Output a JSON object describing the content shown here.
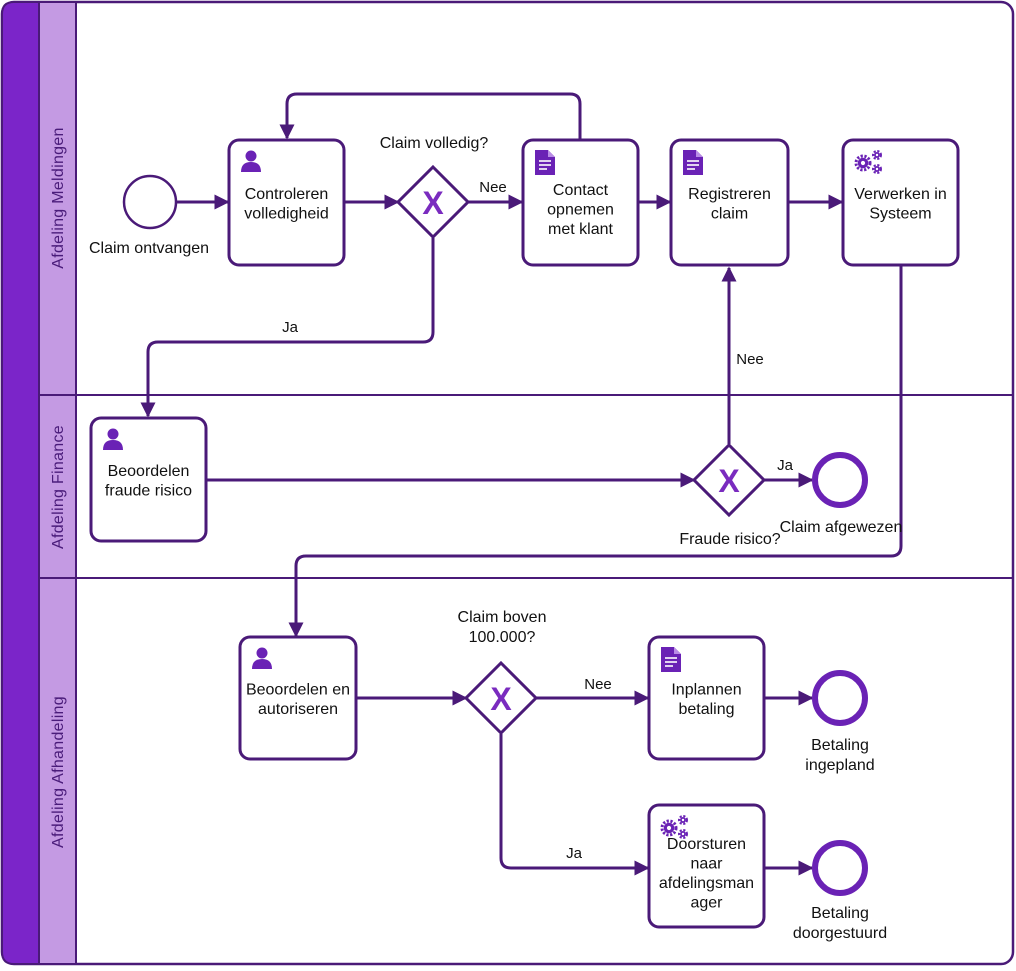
{
  "colors": {
    "pool_band": "#7b25c9",
    "lane_band": "#c49ae3",
    "stroke": "#4a1a78",
    "icon": "#6a22b5",
    "gateway_x": "#7a2bbf",
    "background": "#ffffff"
  },
  "lanes": [
    {
      "id": "meldingen",
      "label": "Afdeling Meldingen"
    },
    {
      "id": "finance",
      "label": "Afdeling Finance"
    },
    {
      "id": "afhandeling",
      "label": "Afdeling Afhandeling"
    }
  ],
  "events": [
    {
      "id": "start",
      "type": "start",
      "label": [
        "Claim ontvangen"
      ]
    },
    {
      "id": "end_afgewezen",
      "type": "end",
      "label": [
        "Claim afgewezen"
      ]
    },
    {
      "id": "end_ingepland",
      "type": "end",
      "label": [
        "Betaling",
        "ingepland"
      ]
    },
    {
      "id": "end_doorgestuurd",
      "type": "end",
      "label": [
        "Betaling",
        "doorgestuurd"
      ]
    }
  ],
  "tasks": [
    {
      "id": "controleren",
      "icon": "user-icon",
      "label": [
        "Controleren",
        "volledigheid"
      ]
    },
    {
      "id": "contact",
      "icon": "document-icon",
      "label": [
        "Contact",
        "opnemen",
        "met klant"
      ]
    },
    {
      "id": "registreren",
      "icon": "document-icon",
      "label": [
        "Registreren",
        "claim"
      ]
    },
    {
      "id": "verwerken",
      "icon": "gears-icon",
      "label": [
        "Verwerken in",
        "Systeem"
      ]
    },
    {
      "id": "fraude",
      "icon": "user-icon",
      "label": [
        "Beoordelen",
        "fraude risico"
      ]
    },
    {
      "id": "autoriseren",
      "icon": "user-icon",
      "label": [
        "Beoordelen en",
        "autoriseren"
      ]
    },
    {
      "id": "inplannen",
      "icon": "document-icon",
      "label": [
        "Inplannen",
        "betaling"
      ]
    },
    {
      "id": "doorsturen",
      "icon": "gears-icon",
      "label": [
        "Doorsturen",
        "naar",
        "afdelingsman",
        "ager"
      ]
    }
  ],
  "gateways": [
    {
      "id": "gw_volledig",
      "marker": "X",
      "label": [
        "Claim volledig?"
      ]
    },
    {
      "id": "gw_fraude",
      "marker": "X",
      "label": [
        "Fraude risico?"
      ]
    },
    {
      "id": "gw_boven",
      "marker": "X",
      "label": [
        "Claim boven",
        "100.000?"
      ]
    }
  ],
  "flows": [
    {
      "id": "f1",
      "from": "start",
      "to": "controleren",
      "label": ""
    },
    {
      "id": "f2",
      "from": "controleren",
      "to": "gw_volledig",
      "label": ""
    },
    {
      "id": "f3",
      "from": "gw_volledig",
      "to": "contact",
      "label": "Nee"
    },
    {
      "id": "f4",
      "from": "contact",
      "to": "controleren",
      "label": ""
    },
    {
      "id": "f5",
      "from": "contact",
      "to": "registreren",
      "label": ""
    },
    {
      "id": "f6",
      "from": "registreren",
      "to": "verwerken",
      "label": ""
    },
    {
      "id": "f7",
      "from": "gw_volledig",
      "to": "fraude",
      "label": "Ja"
    },
    {
      "id": "f8",
      "from": "fraude",
      "to": "gw_fraude",
      "label": ""
    },
    {
      "id": "f9",
      "from": "gw_fraude",
      "to": "end_afgewezen",
      "label": "Ja"
    },
    {
      "id": "f10",
      "from": "gw_fraude",
      "to": "registreren",
      "label": "Nee"
    },
    {
      "id": "f11",
      "from": "verwerken",
      "to": "autoriseren",
      "label": ""
    },
    {
      "id": "f12",
      "from": "autoriseren",
      "to": "gw_boven",
      "label": ""
    },
    {
      "id": "f13",
      "from": "gw_boven",
      "to": "inplannen",
      "label": "Nee"
    },
    {
      "id": "f14",
      "from": "gw_boven",
      "to": "doorsturen",
      "label": "Ja"
    },
    {
      "id": "f15",
      "from": "inplannen",
      "to": "end_ingepland",
      "label": ""
    },
    {
      "id": "f16",
      "from": "doorsturen",
      "to": "end_doorgestuurd",
      "label": ""
    }
  ]
}
